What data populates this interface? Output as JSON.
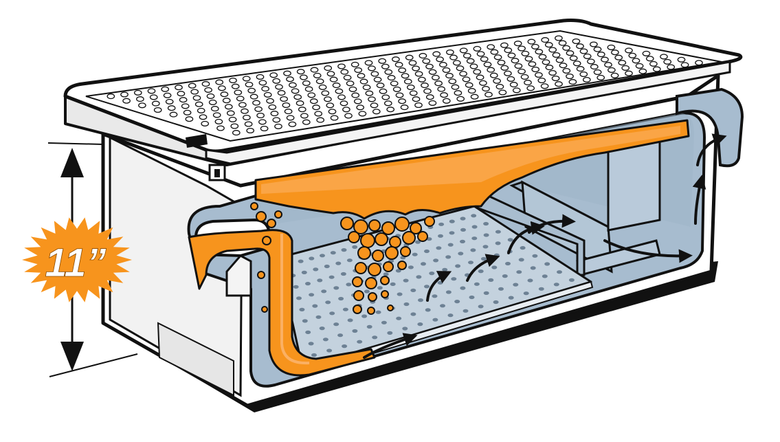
{
  "dimension": {
    "label": "11”"
  },
  "colors": {
    "grease": "#f7941d",
    "grease_light": "#fbb063",
    "water": "#a7bccf",
    "water_dark": "#8aa3b9",
    "outline": "#111111",
    "shell": "#ffffff",
    "shell_shade": "#e9e9e9",
    "badge": "#f7941d"
  },
  "icons": {
    "dimension_arrow": "double-headed-vertical-arrow",
    "flow_arrows": "curved-arrow",
    "badge_shape": "starburst"
  }
}
